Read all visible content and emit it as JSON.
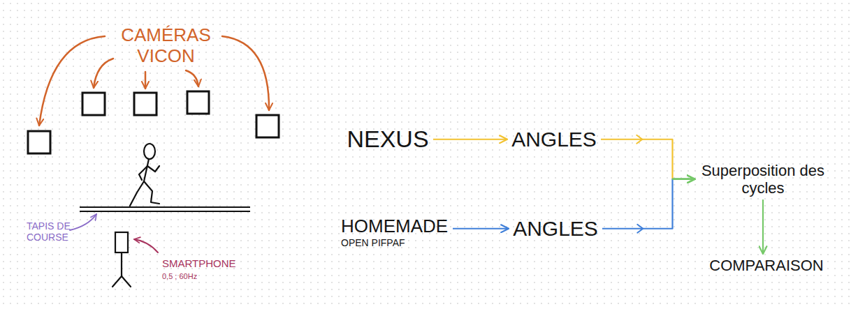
{
  "diagram": {
    "nodes": [
      {
        "text": [
          "NEXUS"
        ]
      },
      {
        "text": [
          "ANGLES"
        ]
      },
      {
        "text": [
          "HOMEMADE",
          "OPEN PIFPAF"
        ]
      },
      {
        "text": [
          "ANGLES"
        ]
      },
      {
        "text": [
          "Superposition des cycles"
        ]
      },
      {
        "text": [
          "COMPARAISON"
        ]
      }
    ],
    "edges": [
      {
        "from": 0,
        "to": 1,
        "arrow": "to"
      },
      {
        "from": 1,
        "to": 4,
        "arrow": "to"
      },
      {
        "from": 2,
        "to": 3,
        "arrow": "to"
      },
      {
        "from": 3,
        "to": 4,
        "arrow": "to"
      },
      {
        "from": 4,
        "to": 5,
        "arrow": "to"
      }
    ],
    "labels": [
      "CAMÉRAS VICON",
      "TAPIS DE COURSE",
      "SMARTPHONE",
      "0,5 ; 60Hz"
    ]
  }
}
